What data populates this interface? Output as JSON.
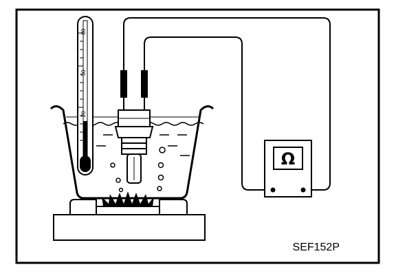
{
  "figure": {
    "reference_code": "SEF152P"
  },
  "ohmmeter": {
    "symbol": "Ω"
  },
  "thermometer": {
    "scale_labels": [
      "80",
      "50",
      "20"
    ]
  },
  "colors": {
    "ink": "#000000",
    "paper": "#ffffff"
  }
}
